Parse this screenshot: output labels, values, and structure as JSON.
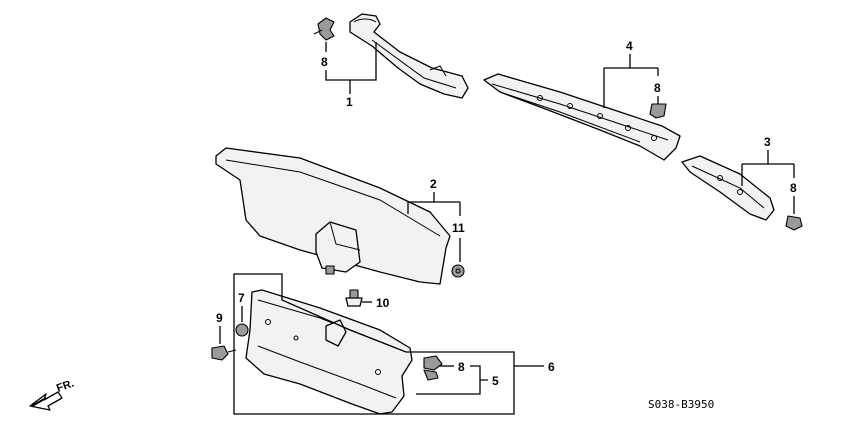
{
  "diagram": {
    "callouts": {
      "c1": "1",
      "c2": "2",
      "c3": "3",
      "c4": "4",
      "c5": "5",
      "c6": "6",
      "c7": "7",
      "c9": "9",
      "c10": "10",
      "c11": "11",
      "c8a": "8",
      "c8b": "8",
      "c8c": "8",
      "c8d": "8"
    },
    "direction_label": "FR.",
    "diagram_code": "S038-B3950"
  }
}
